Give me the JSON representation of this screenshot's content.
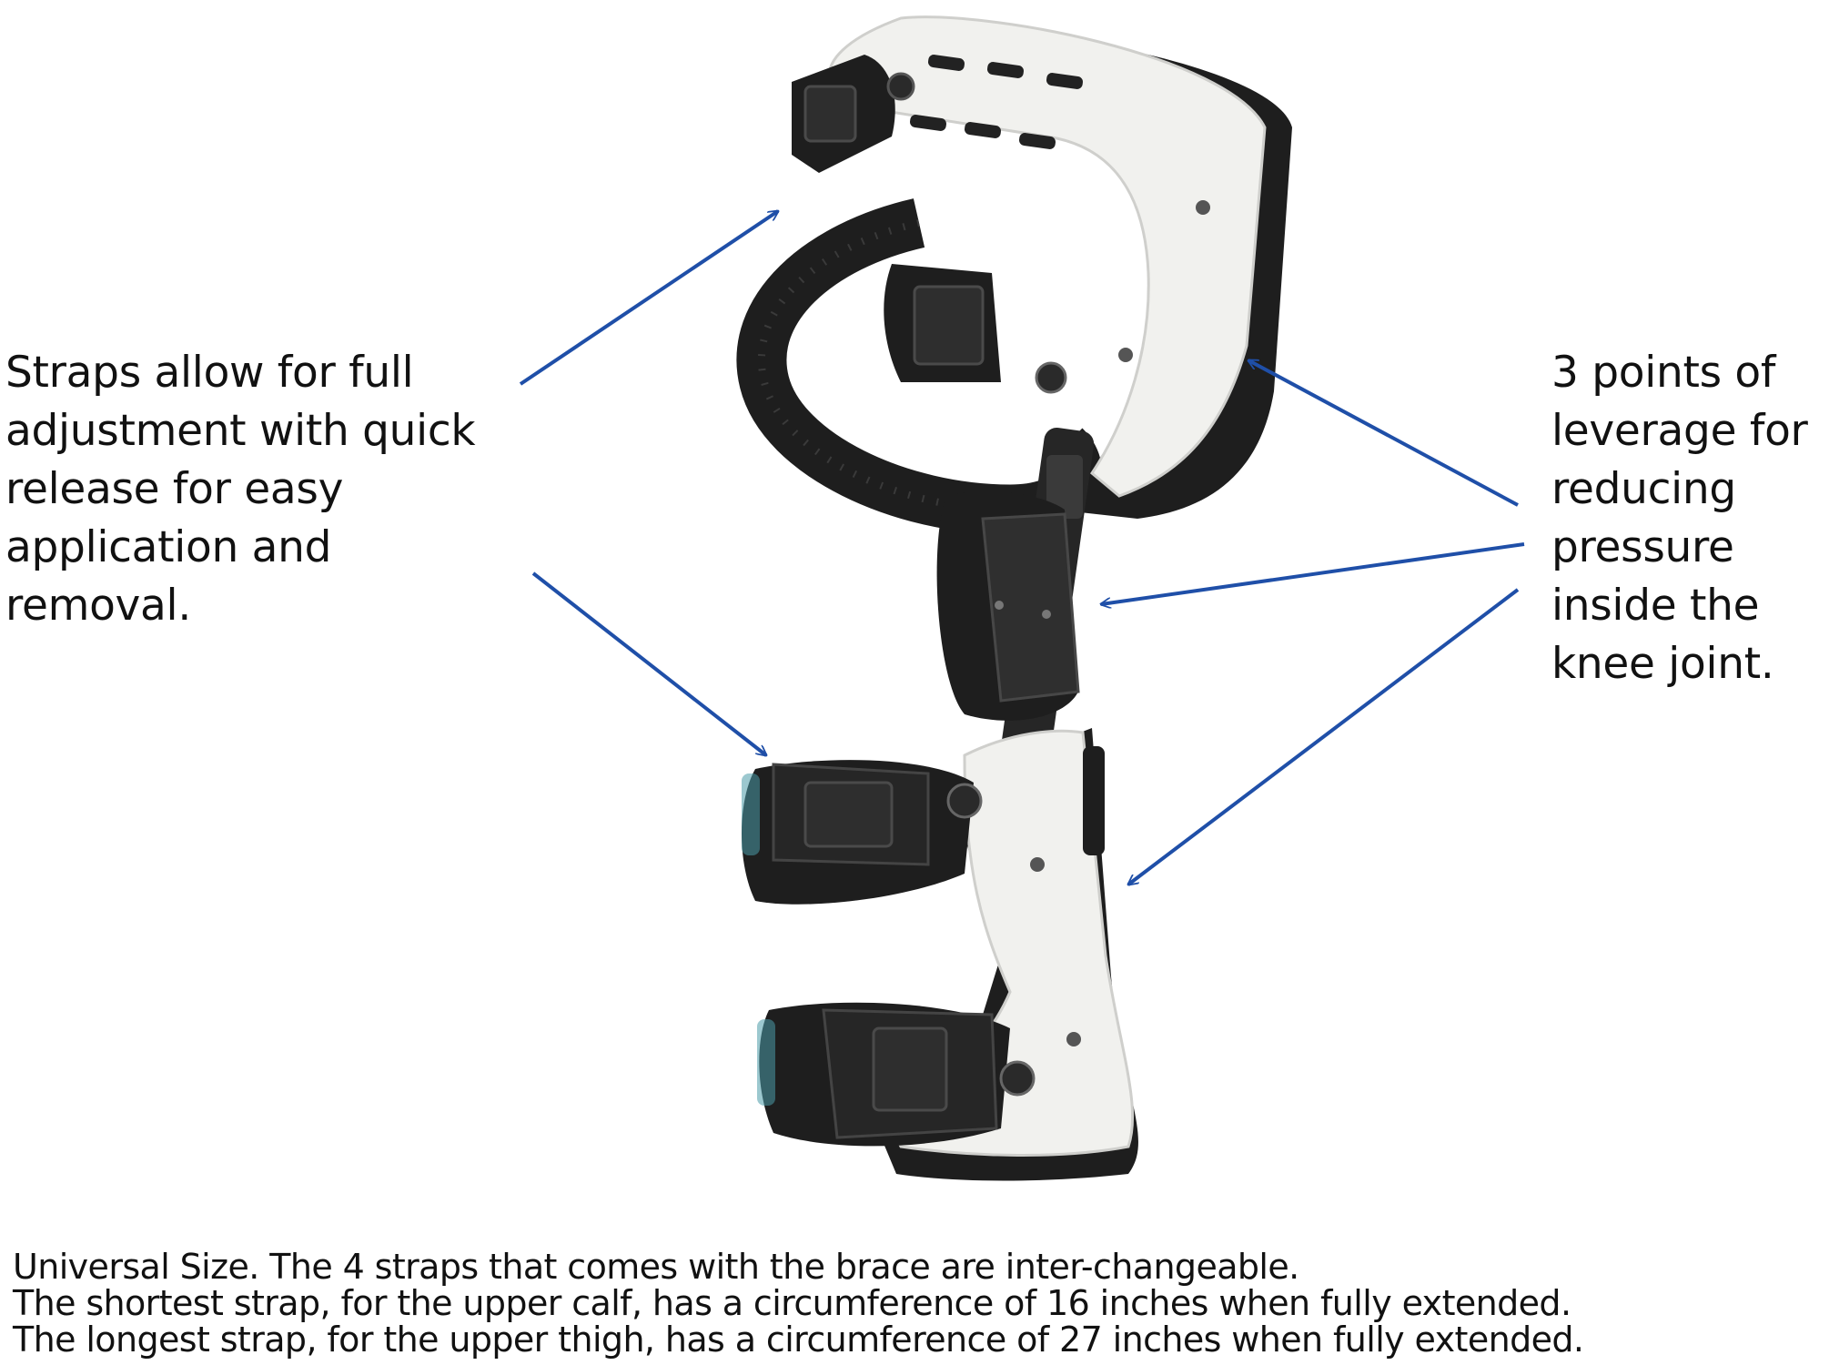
{
  "left_callout": {
    "lines": [
      "Straps allow for full",
      "adjustment with quick",
      "release for easy",
      "application and",
      "removal."
    ]
  },
  "right_callout": {
    "lines": [
      "3 points of",
      "leverage for",
      "reducing",
      "pressure",
      "inside the",
      "knee joint."
    ]
  },
  "footer": {
    "lines": [
      "Universal Size. The 4 straps that comes with the brace are inter-changeable.",
      "The shortest strap, for the upper calf, has a circumference of 16 inches when fully extended.",
      "The longest strap, for the upper thigh, has a circumference of 27 inches when fully extended."
    ]
  },
  "colors": {
    "arrow": "#1f4fa8",
    "shell": "#f1f1ee",
    "strap": "#1e1e1e",
    "text": "#111111"
  }
}
